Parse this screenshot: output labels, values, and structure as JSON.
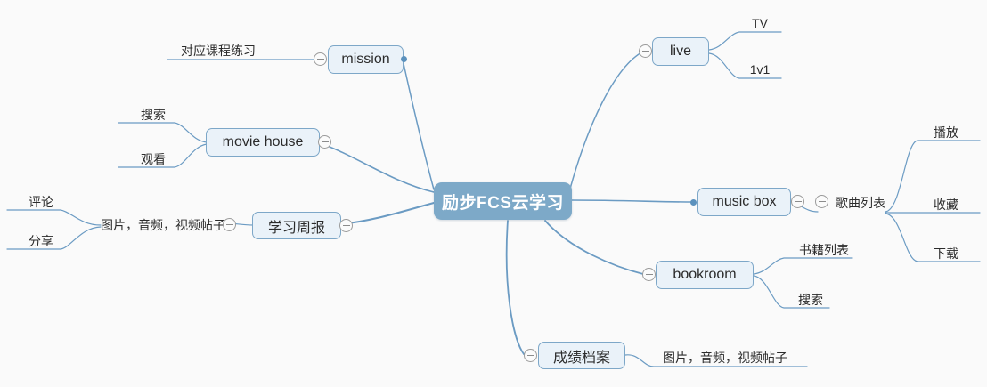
{
  "diagram": {
    "type": "mind-map",
    "title": "励步FCS云学习",
    "background_color": "#fafafa",
    "root_color": "#7da9c8",
    "node_fill": "#eaf2f9",
    "node_border": "#7da7c8",
    "edge_color": "#6b9bc3"
  },
  "root": {
    "label": "励步FCS云学习"
  },
  "branches": {
    "mission": {
      "label": "mission",
      "children": [
        {
          "label": "对应课程练习"
        }
      ]
    },
    "movie_house": {
      "label": "movie house",
      "children": [
        {
          "label": "搜索"
        },
        {
          "label": "观看"
        }
      ]
    },
    "weekly_report": {
      "label": "学习周报",
      "children": [
        {
          "label": "图片，音频，视频帖子"
        },
        {
          "label": "评论"
        },
        {
          "label": "分享"
        }
      ]
    },
    "live": {
      "label": "live",
      "children": [
        {
          "label": "TV"
        },
        {
          "label": "1v1"
        }
      ]
    },
    "music_box": {
      "label": "music box",
      "children": [
        {
          "label": "歌曲列表"
        },
        {
          "label": "播放"
        },
        {
          "label": "收藏"
        },
        {
          "label": "下载"
        }
      ]
    },
    "bookroom": {
      "label": "bookroom",
      "children": [
        {
          "label": "书籍列表"
        },
        {
          "label": "搜索"
        }
      ]
    },
    "grade_archive": {
      "label": "成绩档案",
      "children": [
        {
          "label": "图片，音频，视频帖子"
        }
      ]
    }
  },
  "toggles": {
    "icon_name": "collapse-minus-icon",
    "count": 9
  }
}
